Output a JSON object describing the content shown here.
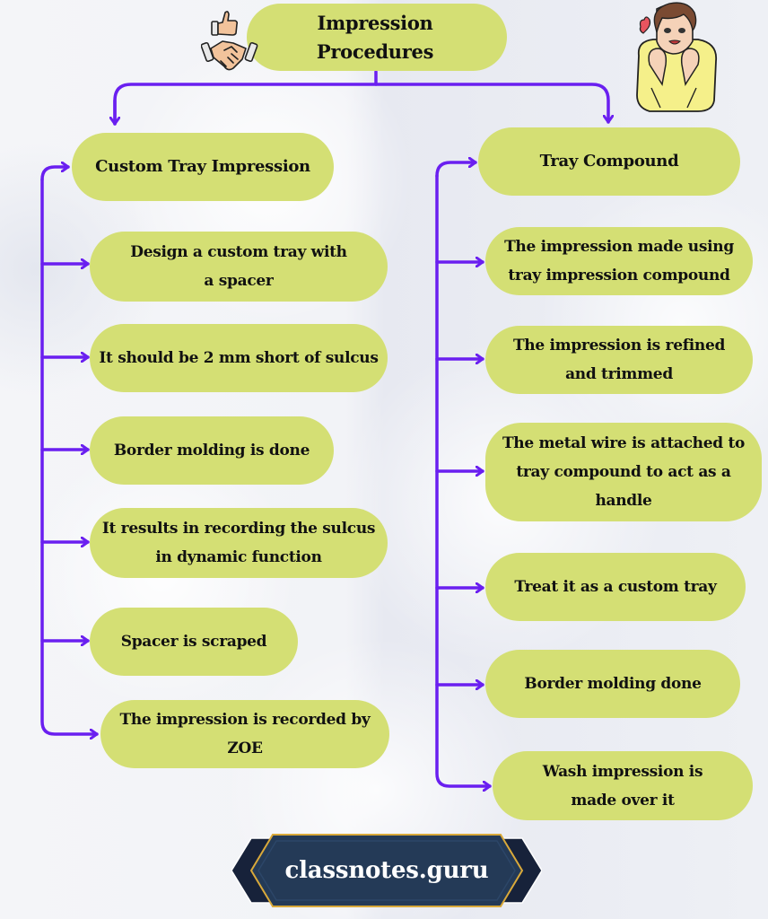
{
  "title": "Impression Procedures",
  "colors": {
    "node_fill": "#d4df74",
    "connector": "#6a1ff0",
    "badge_fill": "#243a57",
    "badge_dark": "#17223a",
    "badge_border": "#d9a93a",
    "text": "#111111"
  },
  "icons": {
    "title_icon": "handshake-thumbs-up-icon",
    "corner_illustration": "excited-person-with-heart-illustration"
  },
  "left_branch": {
    "heading": "Custom Tray Impression",
    "steps": [
      "Design a custom tray with a spacer",
      "It should be 2 mm short of sulcus",
      "Border molding is done",
      "It results in recording the sulcus in dynamic function",
      "Spacer is scraped",
      "The impression is recorded by ZOE"
    ]
  },
  "right_branch": {
    "heading": "Tray Compound",
    "steps": [
      "The impression made using tray impression compound",
      "The impression is refined and trimmed",
      "The metal wire is attached to tray compound to act as a handle",
      "Treat it as a custom tray",
      "Border molding done",
      "Wash impression is made over it"
    ]
  },
  "footer": {
    "brand": "classnotes.guru"
  }
}
